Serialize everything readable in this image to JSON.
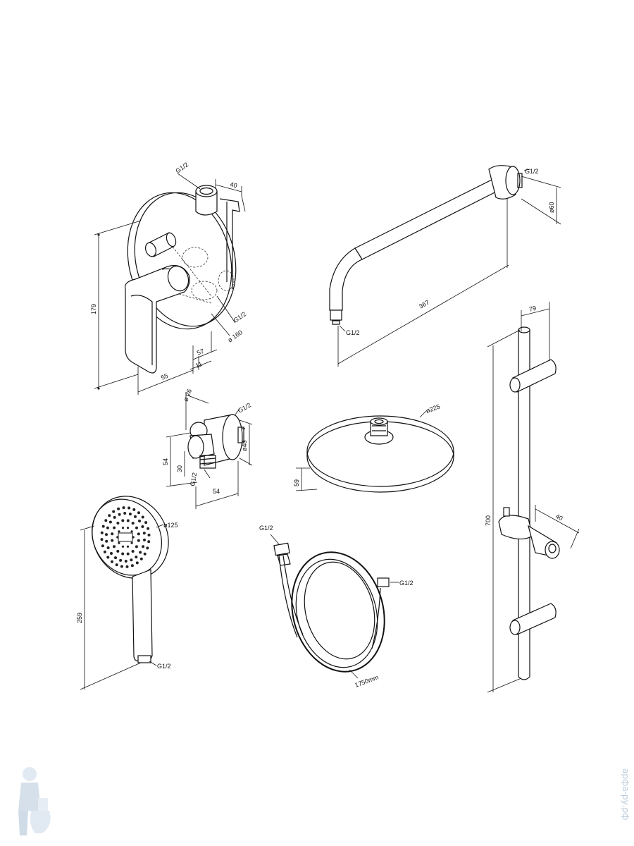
{
  "components": {
    "mixer": {
      "inlet": "G1/2",
      "depth": "40",
      "height": "179",
      "outlet": "G1/2",
      "plate_diameter": "ø 160",
      "width": "55",
      "offset": "57",
      "thickness": "11"
    },
    "shower_arm": {
      "thread_wall": "G1/2",
      "flange_diameter": "ø60",
      "length": "367",
      "thread_end": "G1/2"
    },
    "wall_outlet": {
      "diameter": "ø 26",
      "thread": "G1/2",
      "height": "54",
      "offset": "30",
      "flange": "ø48",
      "bottom_thread": "G1/2",
      "depth": "54"
    },
    "overhead_shower": {
      "diameter": "ø225",
      "height": "59"
    },
    "hand_shower": {
      "diameter": "ø125",
      "length": "259",
      "thread": "G1/2"
    },
    "hose": {
      "thread_top": "G1/2",
      "thread_bottom": "G1/2",
      "length": "1750mm"
    },
    "slide_bar": {
      "width": "79",
      "height": "700",
      "holder_depth": "40"
    }
  },
  "watermark": {
    "text": "арфа-ру.рф"
  },
  "colors": {
    "line": "#111111",
    "background": "#ffffff",
    "watermark": "#b9cadb"
  }
}
